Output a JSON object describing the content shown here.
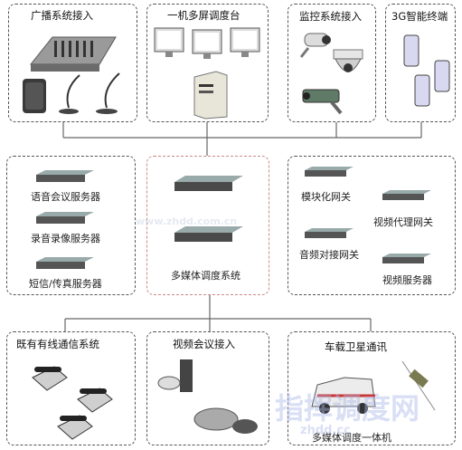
{
  "top": {
    "broadcast": "广播系统接入",
    "dispatch": "一机多屏调度台",
    "monitor": "监控系统接入",
    "terminal": "3G智能终端"
  },
  "middle_left": {
    "items": [
      "语音会议服务器",
      "录音录像服务器",
      "短信/传真服务器"
    ]
  },
  "middle_center": {
    "label": "多媒体调度系统"
  },
  "middle_right": {
    "items": [
      "模块化网关",
      "视频代理网关",
      "音频对接网关",
      "视频服务器"
    ]
  },
  "bottom": {
    "wired": "既有有线通信系统",
    "video_conf": "视频会议接入",
    "satellite": "车载卫星通讯",
    "vehicle": "多媒体调度一体机"
  },
  "watermark": {
    "main": "指挥调度网",
    "sub": "www.zhdd.com.cn",
    "site": "zhdd.cc"
  }
}
